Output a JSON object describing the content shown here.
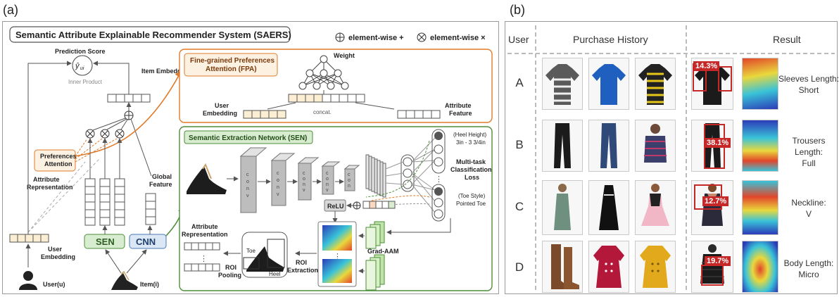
{
  "panel_a": {
    "label": "(a)",
    "title": "Semantic Attribute Explainable Recommender System (SAERS)",
    "legend_plus": "element-wise +",
    "legend_times": "element-wise ×",
    "prediction_score": "Prediction Score",
    "inner_product": "Inner Product",
    "item_embedding": "Item\nEmbedding",
    "preferences_attention": "Preferences\nAttention",
    "attribute_representation": "Attribute\nRepresentation",
    "global_feature": "Global\nFeature",
    "sen": "SEN",
    "cnn": "CNN",
    "user_embedding_left": "User\nEmbedding",
    "user": "User(u)",
    "item": "Item(i)",
    "fpa_title": "Fine-grained Preferences\nAttention (FPA)",
    "weight": "Weight",
    "fpa_user_embedding": "User\nEmbedding",
    "concat": "concat.",
    "attribute_feature": "Attribute\nFeature",
    "sen_title": "Semantic Extraction Network (SEN)",
    "conv": "conv",
    "heel_height": "(Heel Height)\n3in - 3 3/4in",
    "multitask": "Multi-task\nClassification\nLoss",
    "toe_style": "(Toe Style)\nPointed Toe",
    "relu": "ReLU",
    "grad_aam": "Grad-AAM",
    "attr_rep2": "Attribute\nRepresentation",
    "roi_pooling": "ROI\nPooling",
    "roi_extraction": "ROI\nExtraction",
    "toe": "Toe",
    "heel": "Heel",
    "dots": "⋮"
  },
  "panel_b": {
    "label": "(b)",
    "col_user": "User",
    "col_history": "Purchase History",
    "col_result": "Result",
    "rows": [
      {
        "user": "A",
        "pct": "14.3%",
        "attr": "Sleeves Length:\nShort"
      },
      {
        "user": "B",
        "pct": "38.1%",
        "attr": "Trousers Length:\nFull"
      },
      {
        "user": "C",
        "pct": "12.7%",
        "attr": "Neckline:\nV"
      },
      {
        "user": "D",
        "pct": "19.7%",
        "attr": "Body Length:\nMicro"
      }
    ]
  }
}
